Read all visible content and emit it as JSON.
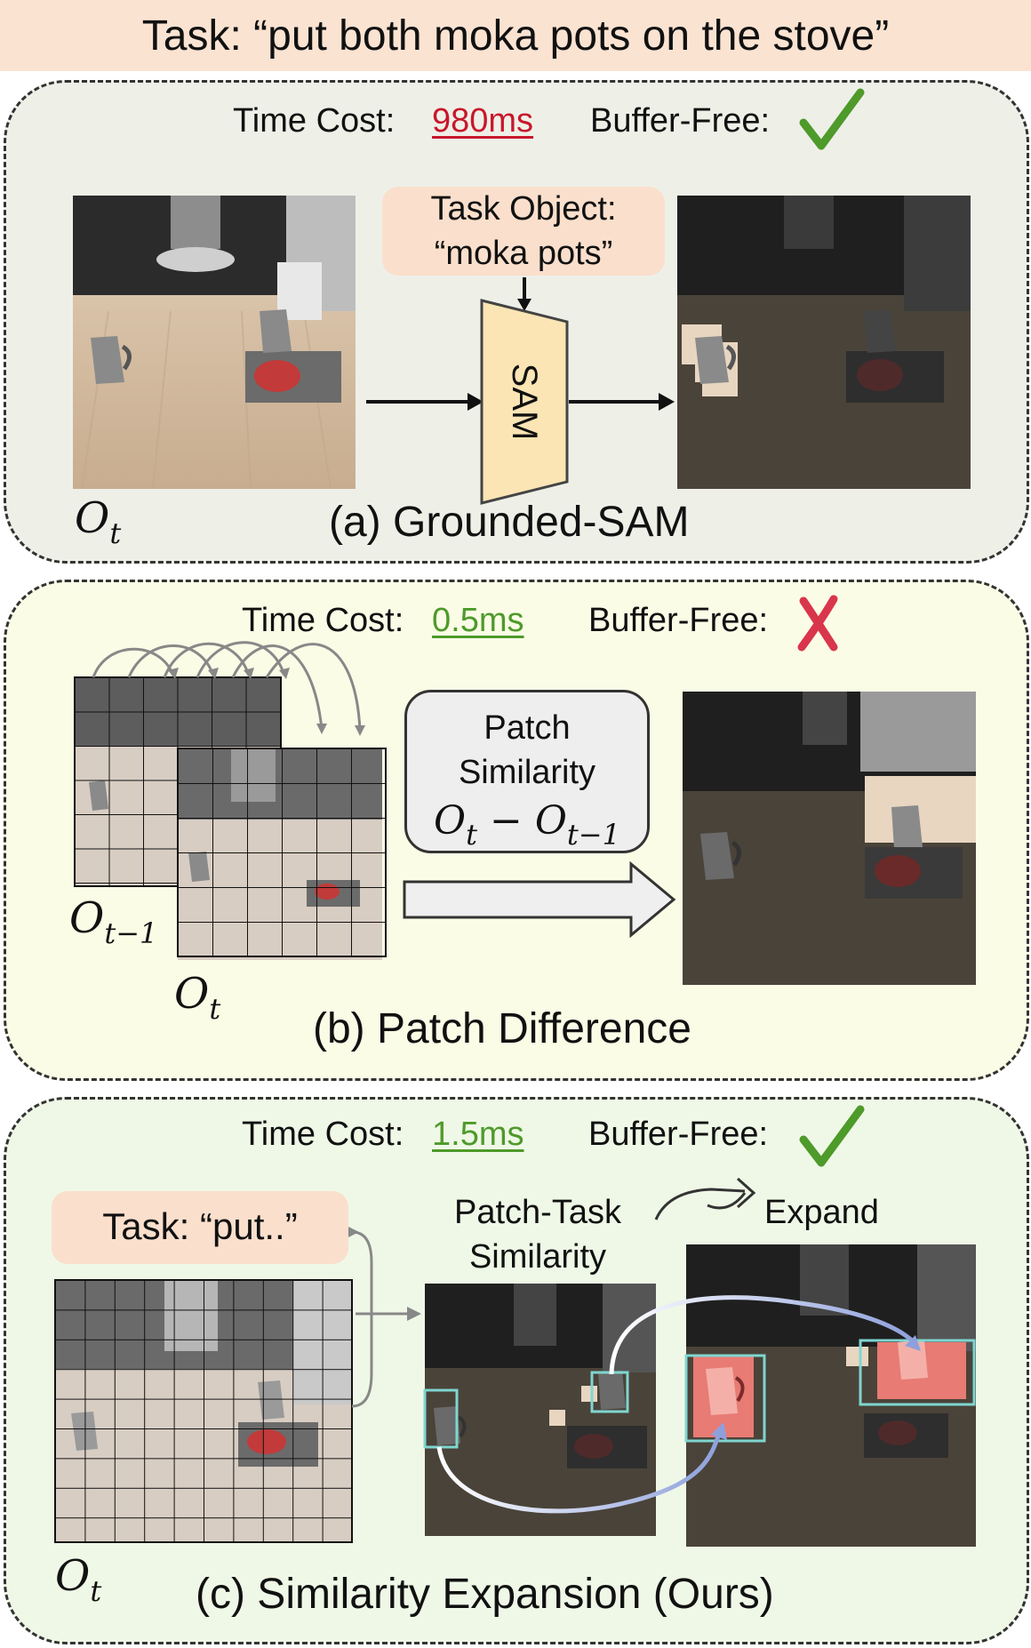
{
  "title": "Task: “put both moka pots on the stove”",
  "panels": {
    "a": {
      "time_label": "Time Cost:",
      "time_value": "980ms",
      "buffer_label": "Buffer-Free:",
      "buffer_free": true,
      "task_object_line1": "Task Object:",
      "task_object_line2": "“moka pots”",
      "module": "SAM",
      "obs_base": "O",
      "obs_sub": "t",
      "caption": "(a) Grounded-SAM"
    },
    "b": {
      "time_label": "Time Cost:",
      "time_value": "0.5ms",
      "buffer_label": "Buffer-Free:",
      "buffer_free": false,
      "box_line1": "Patch",
      "box_line2": "Similarity",
      "formula_base1": "O",
      "formula_sub1": "t",
      "formula_op": " − ",
      "formula_base2": "O",
      "formula_sub2": "t−1",
      "prev_base": "O",
      "prev_sub": "t−1",
      "cur_base": "O",
      "cur_sub": "t",
      "caption": "(b) Patch Difference"
    },
    "c": {
      "time_label": "Time Cost:",
      "time_value": "1.5ms",
      "buffer_label": "Buffer-Free:",
      "buffer_free": true,
      "task_bubble": "Task: “put..”",
      "sim_line1": "Patch-Task",
      "sim_line2": "Similarity",
      "expand": "Expand",
      "obs_base": "O",
      "obs_sub": "t",
      "caption": "(c) Similarity Expansion (Ours)"
    }
  },
  "colors": {
    "banner": "#fbe3d2",
    "check": "#4e9a2a",
    "cross": "#d9364b",
    "time_bad": "#c8172c",
    "time_good": "#4e9a2a",
    "highlight_box": "#7fd6d0",
    "expanded_patch": "#e87b74",
    "sam_trapezoid": "#fbe5b4"
  }
}
